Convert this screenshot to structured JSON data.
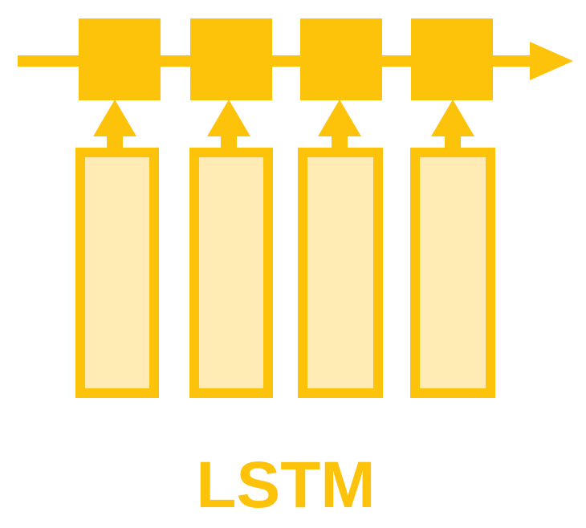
{
  "diagram": {
    "label": "LSTM",
    "cell_count": 4,
    "input_vector_count": 4,
    "colors": {
      "primary": "#FDC20A",
      "fill_light": "#FFEBB3",
      "background": "#FFFFFF"
    }
  }
}
